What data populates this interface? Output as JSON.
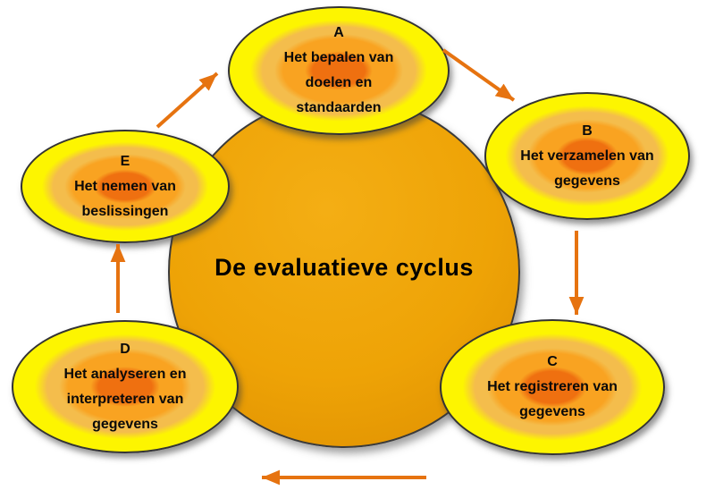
{
  "title": "De evaluatieve cyclus",
  "nodes": [
    {
      "letter": "A",
      "label": "Het bepalen van\ndoelen en\nstandaarden"
    },
    {
      "letter": "B",
      "label": "Het verzamelen van\ngegevens"
    },
    {
      "letter": "C",
      "label": "Het registreren van\ngegevens"
    },
    {
      "letter": "D",
      "label": "Het analyseren en\ninterpreteren van\ngegevens"
    },
    {
      "letter": "E",
      "label": "Het nemen van\nbeslissingen"
    }
  ],
  "arrows": [
    {
      "from": "A",
      "to": "B"
    },
    {
      "from": "B",
      "to": "C"
    },
    {
      "from": "C",
      "to": "D"
    },
    {
      "from": "D",
      "to": "E"
    },
    {
      "from": "E",
      "to": "A"
    }
  ],
  "colors": {
    "arrow": "#e67310",
    "circle_fill": "#eea306",
    "node_yellow": "#fdf500",
    "node_gold": "#f4bd4c",
    "node_orange": "#f9a321",
    "node_core": "#ef7010",
    "border": "#333333",
    "text": "#0a0a0a"
  }
}
